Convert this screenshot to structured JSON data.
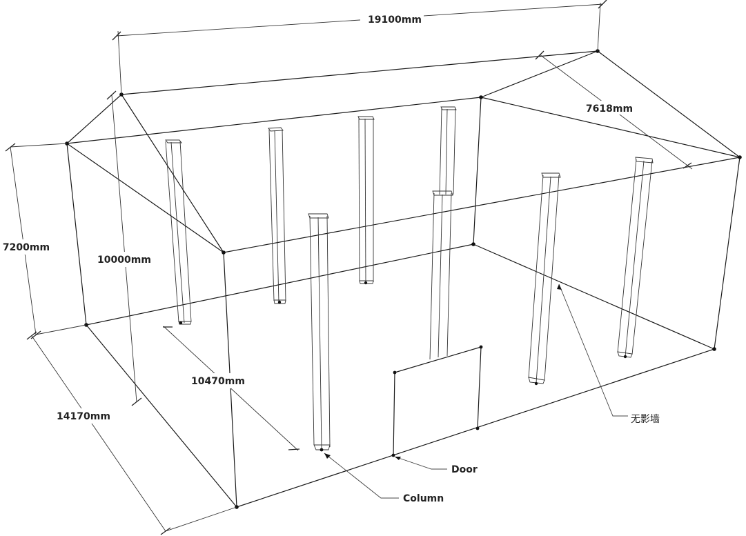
{
  "dimensions": {
    "length": "19100mm",
    "roof_slope": "7618mm",
    "wall_height": "7200mm",
    "ridge_height": "10000mm",
    "interior_span": "10470mm",
    "width": "14170mm"
  },
  "callouts": {
    "infinity_wall": "无影墙",
    "door": "Door",
    "column": "Column"
  },
  "colors": {
    "line": "#1a1a1a",
    "background": "#ffffff"
  }
}
